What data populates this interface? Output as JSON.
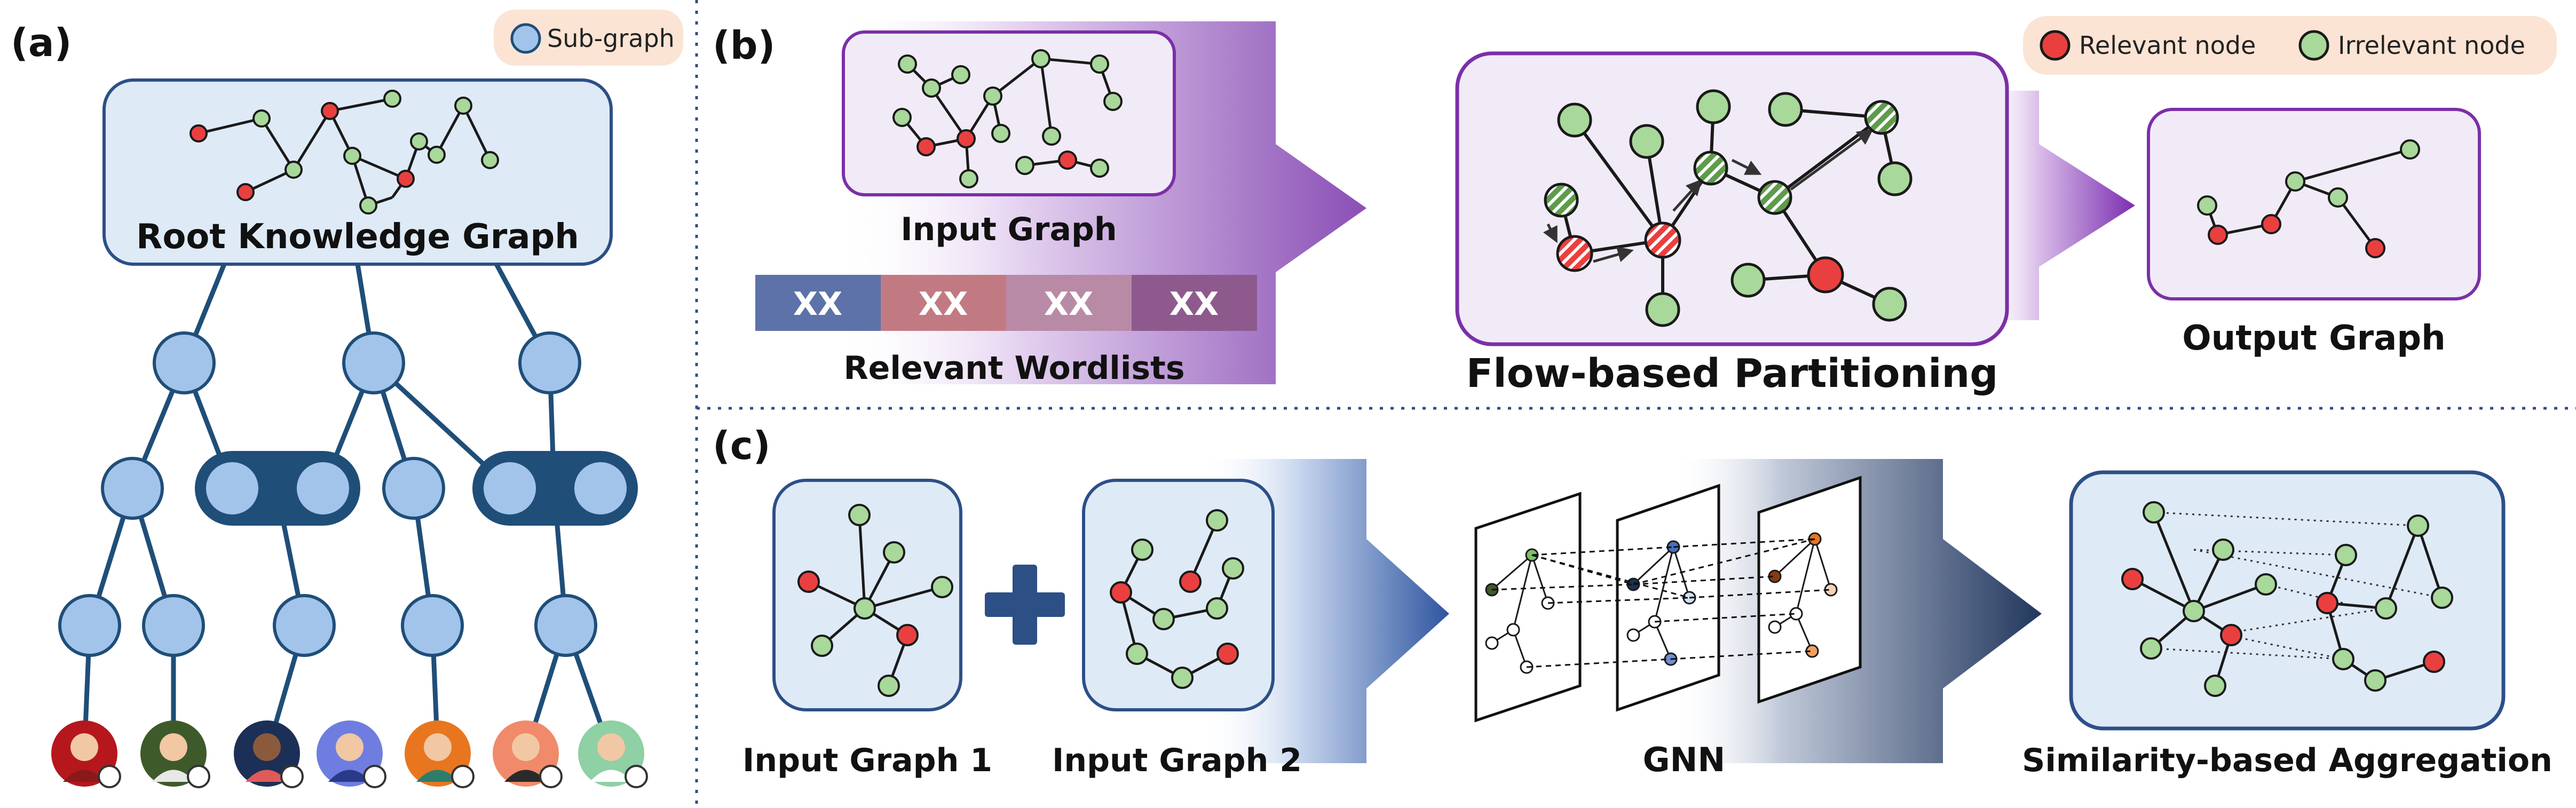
{
  "panel_a": {
    "label": "(a)",
    "legend": {
      "label": "Sub-graph"
    },
    "root_title": "Root Knowledge Graph"
  },
  "panel_b": {
    "label": "(b)",
    "input_title": "Input Graph",
    "wordlist_cells": [
      "XX",
      "XX",
      "XX",
      "XX"
    ],
    "wordlist_title": "Relevant Wordlists",
    "center_title": "Flow-based Partitioning",
    "output_title": "Output Graph",
    "legend": {
      "relevant": "Relevant node",
      "irrelevant": "Irrelevant node"
    }
  },
  "panel_c": {
    "label": "(c)",
    "graph1_title": "Input Graph 1",
    "graph2_title": "Input Graph 2",
    "gnn_title": "GNN",
    "aggregation_title": "Similarity-based Aggregation"
  },
  "colors": {
    "relevant": "#e9403f",
    "irrelevant": "#a8d89a",
    "subgraph": "#a3c4ea",
    "merged": "#1f4e79",
    "edge": "#1a1a1a",
    "purple_border": "#7b2fa8",
    "blue_border": "#2c4f86"
  }
}
